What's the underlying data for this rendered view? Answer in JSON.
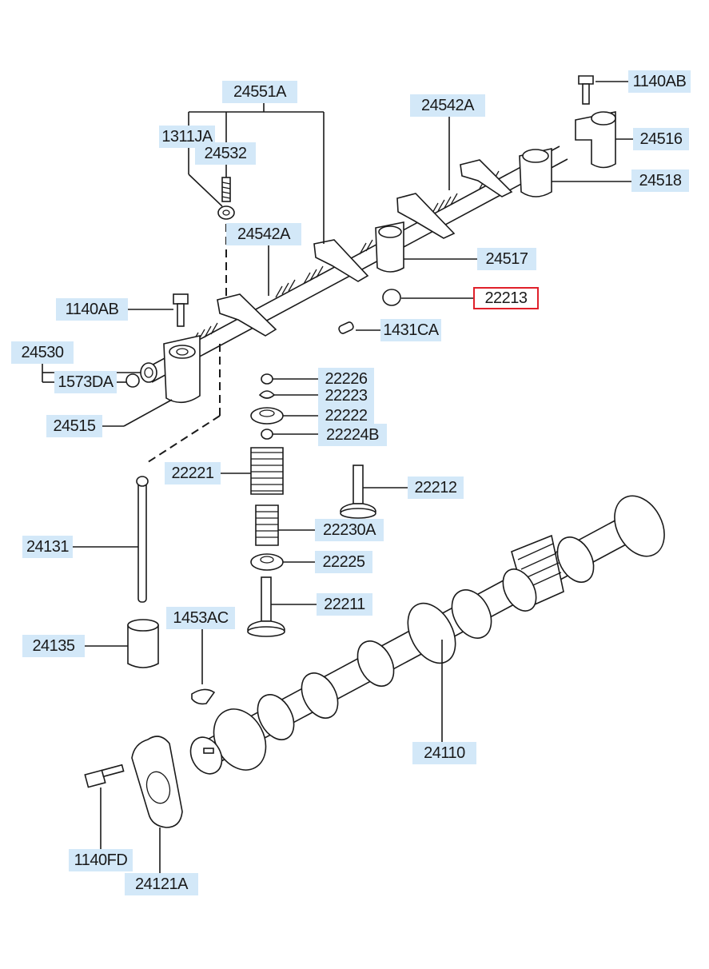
{
  "diagram": {
    "highlight_color": "#e0202a",
    "label_bg_color": "#d3e8f8",
    "labels": {
      "p24551A": "24551A",
      "p1311JA": "1311JA",
      "p24532": "24532",
      "p24542A_top": "24542A",
      "p24542A_mid": "24542A",
      "p1140AB_top": "1140AB",
      "p24516": "24516",
      "p24518": "24518",
      "p24517": "24517",
      "p22213": "22213",
      "p1140AB_left": "1140AB",
      "p1431CA": "1431CA",
      "p24530": "24530",
      "p1573DA": "1573DA",
      "p22226": "22226",
      "p22223": "22223",
      "p22222": "22222",
      "p22224B": "22224B",
      "p24515": "24515",
      "p22221": "22221",
      "p22212": "22212",
      "p22230A": "22230A",
      "p24131": "24131",
      "p22225": "22225",
      "p22211": "22211",
      "p1453AC": "1453AC",
      "p24135": "24135",
      "p24110": "24110",
      "p1140FD": "1140FD",
      "p24121A": "24121A"
    }
  }
}
